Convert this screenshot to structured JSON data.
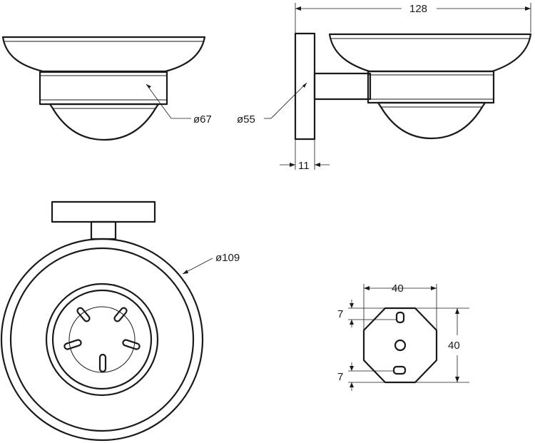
{
  "dimensions": {
    "side_bowl_diameter": "ø67",
    "flange_diameter": "ø55",
    "total_depth": "128",
    "flange_thickness": "11",
    "bowl_outer_diameter": "ø109",
    "plate_width": "40",
    "plate_height": "40",
    "slot_offset_top": "7",
    "slot_offset_bottom": "7"
  }
}
